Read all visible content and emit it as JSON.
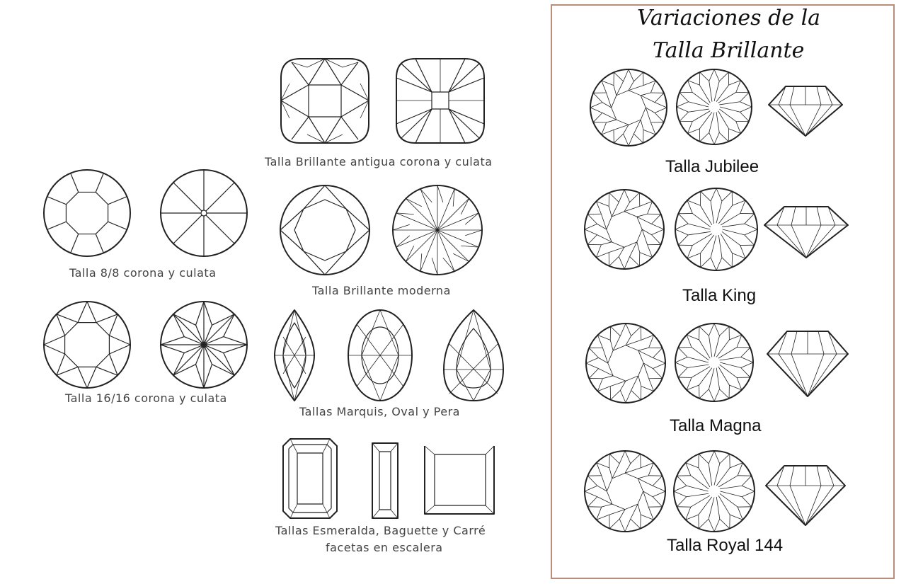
{
  "left_captions": {
    "eight_eight": "Talla 8/8 corona y culata",
    "sixteen_sixteen": "Talla 16/16 corona y culata",
    "old_brilliant": "Talla Brillante antigua corona y culata",
    "modern_brilliant": "Talla Brillante moderna",
    "fancy": "Tallas Marquis, Oval y Pera",
    "step_line1": "Tallas Esmeralda, Baguette y Carré",
    "step_line2": "facetas en escalera"
  },
  "panel": {
    "title_line1": "Variaciones de la",
    "title_line2": "Talla Brillante",
    "captions": [
      "Talla Jubilee",
      "Talla King",
      "Talla Magna",
      "Talla Royal 144"
    ]
  },
  "colors": {
    "panel_border": "#b88e7a",
    "line": "#222222"
  }
}
